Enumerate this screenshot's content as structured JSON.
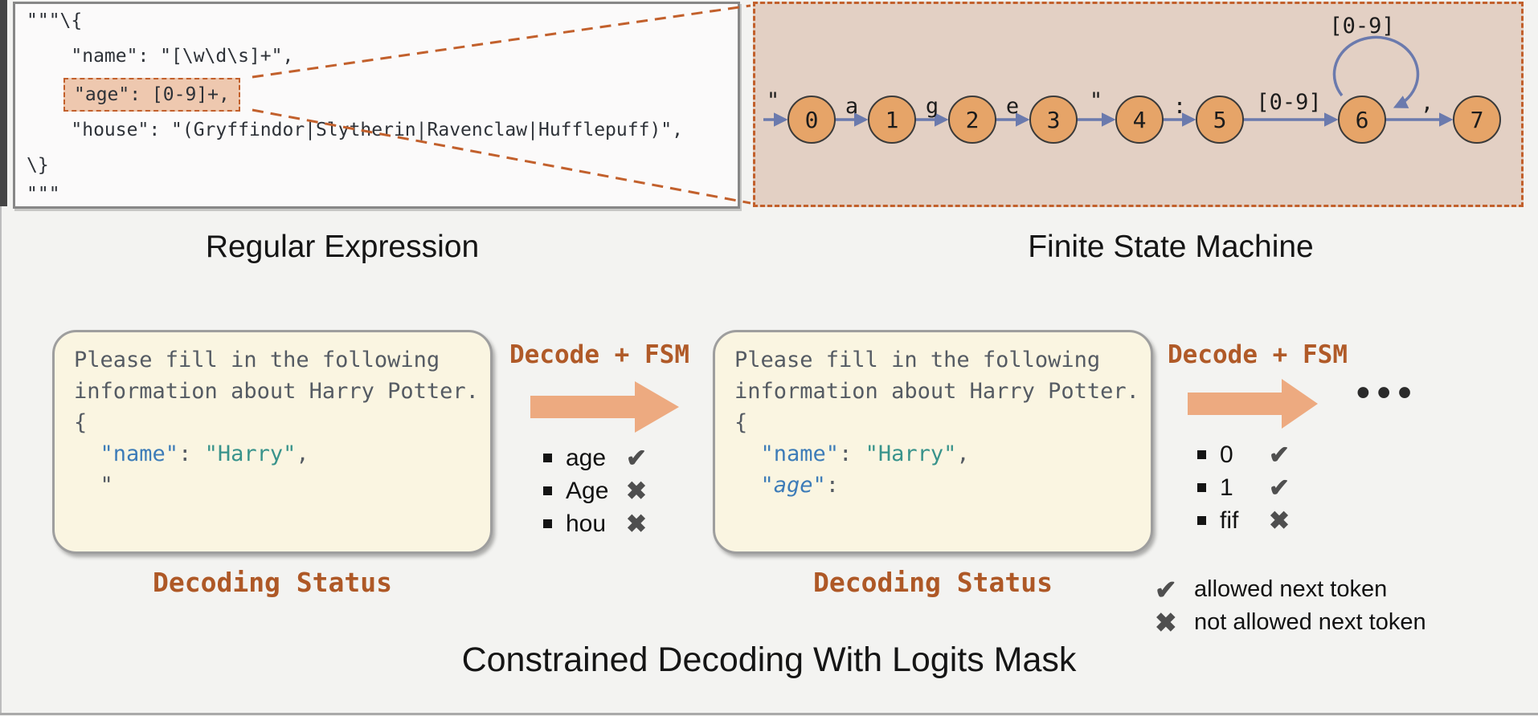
{
  "title": "Constrained Decoding With Logits Mask",
  "regex_panel": {
    "caption": "Regular Expression",
    "line1": "\"\"\"\\{",
    "line2": "    \"name\": \"[\\w\\d\\s]+\",",
    "highlight_line": "\"age\": [0-9]+,",
    "line4": "    \"house\": \"(Gryffindor|Slytherin|Ravenclaw|Hufflepuff)\",",
    "line5": "\\}",
    "line6": "\"\"\""
  },
  "fsm_panel": {
    "caption": "Finite State Machine",
    "start_label": "\"",
    "states": [
      "0",
      "1",
      "2",
      "3",
      "4",
      "5",
      "6",
      "7"
    ],
    "edge_labels": [
      "a",
      "g",
      "e",
      "\"",
      ":",
      "[0-9]",
      ","
    ],
    "self_loop_label": "[0-9]"
  },
  "step1": {
    "decode_label": "Decode + FSM",
    "caption": "Decoding Status",
    "prompt": {
      "line1": "Please fill in the following",
      "line2": "information about Harry Potter.",
      "line3": "{",
      "indent": "  ",
      "name_key": "\"name\"",
      "name_sep": ": ",
      "name_value": "\"Harry\"",
      "comma": ",",
      "cursor": "\""
    },
    "tokens": [
      {
        "text": "age",
        "mark": "✔"
      },
      {
        "text": "Age",
        "mark": "✖"
      },
      {
        "text": "hou",
        "mark": "✖"
      }
    ]
  },
  "step2": {
    "decode_label": "Decode + FSM",
    "caption": "Decoding Status",
    "ellipsis": "•••",
    "prompt": {
      "line1": "Please fill in the following",
      "line2": "information about Harry Potter.",
      "line3": "{",
      "indent": "  ",
      "name_key": "\"name\"",
      "name_sep": ": ",
      "name_value": "\"Harry\"",
      "comma": ",",
      "age_key": "\"age\"",
      "age_colon": ":"
    },
    "tokens": [
      {
        "text": "0",
        "mark": "✔"
      },
      {
        "text": "1",
        "mark": "✔"
      },
      {
        "text": "fif",
        "mark": "✖"
      }
    ]
  },
  "legend": {
    "allowed_mark": "✔",
    "allowed_text": "allowed next token",
    "not_allowed_mark": "✖",
    "not_allowed_text": "not allowed next token"
  },
  "colors": {
    "accent_orange": "#b05a28",
    "dashed_border": "#c2602c",
    "fsm_background": "#e3d0c4",
    "state_fill": "#e6a468",
    "edge_blue": "#6b7aad",
    "prompt_background": "#faf5e1",
    "key_blue": "#3d7cb8",
    "value_teal": "#38938b",
    "arrow_fill": "#edaa80"
  }
}
